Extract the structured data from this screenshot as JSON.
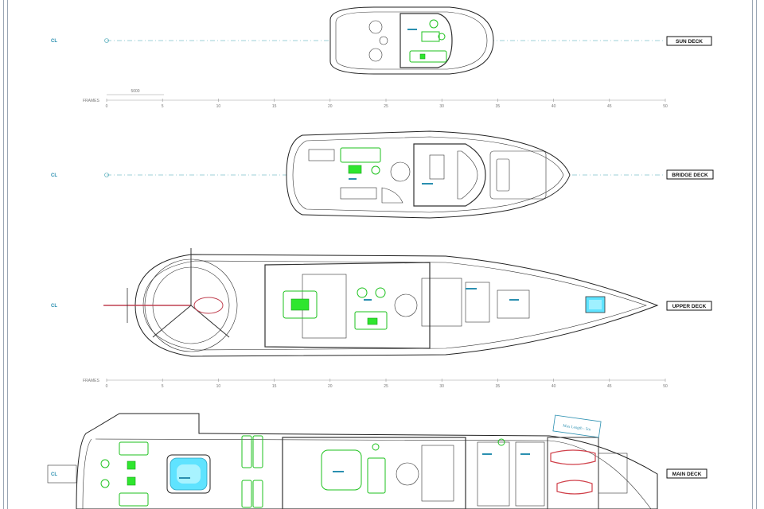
{
  "centerline_label": "CL",
  "frames_label": "FRAMES",
  "frame_ticks": [
    "0",
    "5",
    "10",
    "15",
    "20",
    "25",
    "30",
    "35",
    "40",
    "45",
    "50"
  ],
  "scale_bar_label": "5000",
  "decks": {
    "sun": {
      "label": "SUN DECK"
    },
    "bridge": {
      "label": "BRIDGE DECK"
    },
    "upper": {
      "label": "UPPER DECK"
    },
    "main": {
      "label": "MAIN DECK"
    }
  },
  "annotations": {
    "max_length": "Max Length - 5m"
  },
  "colors": {
    "furniture": "#2ee62e",
    "centerline": "#3aa0b0",
    "pool": "#5fe3ff",
    "label_blue": "#2a8fb0",
    "tender_red": "#d0404a"
  }
}
